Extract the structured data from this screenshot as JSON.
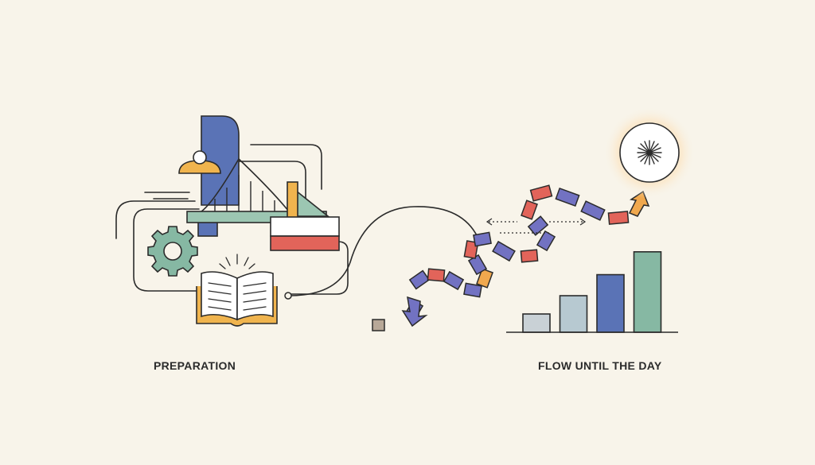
{
  "labels": {
    "left": "PREPARATION",
    "right": "FLOW UNTIL THE DAY"
  },
  "bar_chart": {
    "values": [
      1,
      2,
      3.15,
      4.4
    ]
  },
  "colors": {
    "background": "#f8f4ea",
    "ink": "#2b2b2b",
    "blue": "#5a73b6",
    "purple": "#7272c2",
    "red": "#e2645a",
    "orange": "#f0a84e",
    "teal": "#86b8a3",
    "gray": "#c9d1d6",
    "slate": "#b7c9d1"
  },
  "icons": [
    "gear-icon",
    "book-icon",
    "bridge-icon",
    "sun-icon",
    "arrow-icon"
  ]
}
